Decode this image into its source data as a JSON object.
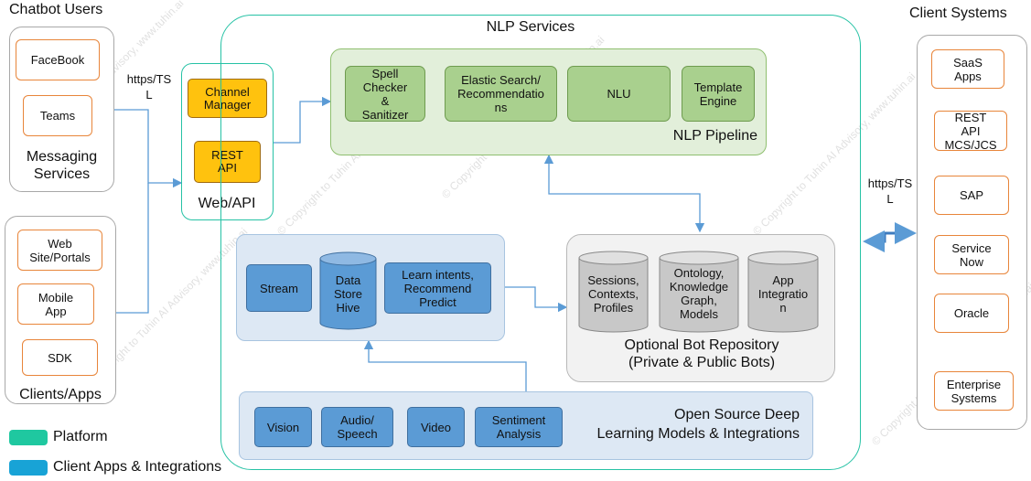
{
  "chatbot_users": {
    "title": "Chatbot Users",
    "messaging": {
      "label": "Messaging\nServices",
      "items": [
        "FaceBook",
        "Teams"
      ]
    },
    "clients": {
      "label": "Clients/Apps",
      "items": [
        "Web\nSite/Portals",
        "Mobile\nApp",
        "SDK"
      ]
    }
  },
  "protocol_left": "https/TS\nL",
  "protocol_right": "https/TS\nL",
  "web_api": {
    "label": "Web/API",
    "items": [
      "Channel\nManager",
      "REST\nAPI"
    ]
  },
  "nlp_services": {
    "title": "NLP Services",
    "pipeline": {
      "label": "NLP Pipeline",
      "items": [
        "Spell\nChecker\n&\nSanitizer",
        "Elastic Search/\nRecommendatio\nns",
        "NLU",
        "Template\nEngine"
      ]
    },
    "learning": {
      "stream": "Stream",
      "datastore": "Data\nStore\nHive",
      "learn": "Learn intents,\nRecommend\nPredict"
    },
    "repository": {
      "label": "Optional Bot Repository\n(Private & Public Bots)",
      "items": [
        "Sessions,\nContexts,\nProfiles",
        "Ontology,\nKnowledge\nGraph,\nModels",
        "App\nIntegratio\nn"
      ]
    },
    "deep_learning": {
      "label": "Open Source Deep\nLearning Models & Integrations",
      "items": [
        "Vision",
        "Audio/\nSpeech",
        "Video",
        "Sentiment\nAnalysis"
      ]
    }
  },
  "client_systems": {
    "title": "Client Systems",
    "items": [
      "SaaS\nApps",
      "REST\nAPI\nMCS/JCS",
      "SAP",
      "Service\nNow",
      "Oracle",
      "Enterprise\nSystems"
    ]
  },
  "legend": [
    {
      "label": "Platform",
      "color": "#1fc8a0"
    },
    {
      "label": "Client Apps & Integrations",
      "color": "#18a3d6"
    }
  ],
  "watermark": "© Copyright to Tuhin AI Advisory, www.tuhin.ai",
  "colors": {
    "platform_border": "#26c2a5",
    "arrow": "#5b9bd5",
    "orange_border": "#e8853a",
    "yellow_fill": "#ffc20e",
    "green_fill": "#a9d08e",
    "blue_fill": "#5b9bd5",
    "cylinder_fill": "#c8c8c8"
  }
}
